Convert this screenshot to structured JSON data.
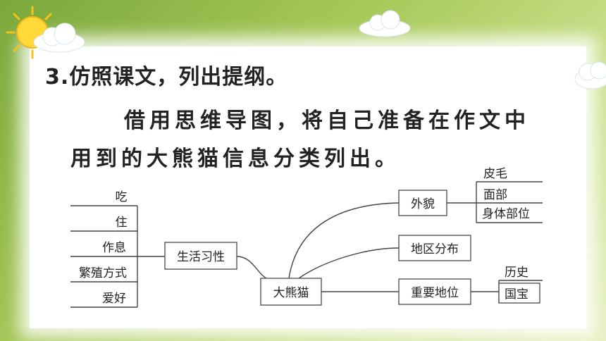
{
  "heading": "3.仿照课文，列出提纲。",
  "paragraph_line1": "借用思维导图，将自己准备在作文中",
  "paragraph_line2": "用到的大熊猫信息分类列出。",
  "mindmap": {
    "center": "大熊猫",
    "left_branch": {
      "label": "生活习性",
      "leaves": [
        "吃",
        "住",
        "作息",
        "繁殖方式",
        "爱好"
      ]
    },
    "right_branches": [
      {
        "label": "外貌",
        "leaves": [
          "皮毛",
          "面部",
          "身体部位"
        ]
      },
      {
        "label": "地区分布",
        "leaves": []
      },
      {
        "label": "重要地位",
        "leaves": [
          "历史",
          "国宝"
        ]
      }
    ]
  },
  "colors": {
    "frame_green": "#7aa83a",
    "panel": "#ffffff",
    "text": "#222222"
  },
  "decorations": [
    "sun-icon",
    "cloud-icon"
  ]
}
